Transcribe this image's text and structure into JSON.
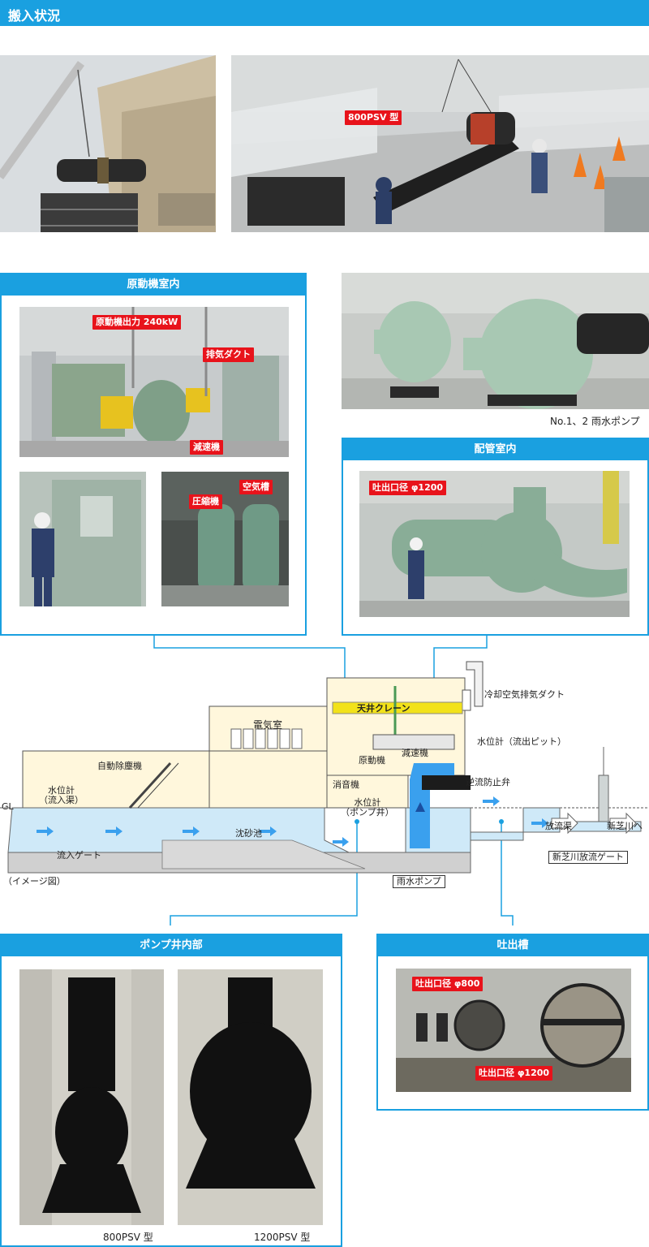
{
  "header": {
    "title": "搬入状況"
  },
  "photos_top": {
    "callout_pump": "800PSV 型"
  },
  "engine_room": {
    "title": "原動機室内",
    "callouts": {
      "output": "原動機出力 240kW",
      "exhaust": "排気ダクト",
      "reducer": "減速機",
      "compressor": "圧縮機",
      "air_tank": "空気槽"
    }
  },
  "rain_pump": {
    "caption": "No.1、2 雨水ポンプ"
  },
  "piping_room": {
    "title": "配管室内",
    "callout": "吐出口径 φ1200"
  },
  "diagram": {
    "labels": {
      "exhaust_duct": "冷却空気排気ダクト",
      "crane": "天井クレーン",
      "electric_room": "電気室",
      "water_level_outflow": "水位計（流出ピット）",
      "motor": "原動機",
      "reducer": "減速機",
      "auto_screen": "自動除塵機",
      "muffler": "消音機",
      "check_valve": "逆流防止弁",
      "water_level_inflow": "水位計\n（流入渠）",
      "water_level_pump": "水位計\n（ポンプ井）",
      "gl": "GL",
      "discharge_channel": "放流渠",
      "to_river": "新芝川へ",
      "grit_chamber": "沈砂池",
      "inflow_gate": "流入ゲート",
      "river_gate": "新芝川放流ゲート",
      "rain_pump": "雨水ポンプ",
      "image_note": "（イメージ図）"
    }
  },
  "pump_well": {
    "title": "ポンプ井内部",
    "captions": [
      "800PSV 型",
      "1200PSV 型"
    ]
  },
  "discharge_tank": {
    "title": "吐出槽",
    "callouts": [
      "吐出口径 φ800",
      "吐出口径 φ1200"
    ]
  },
  "colors": {
    "accent": "#1aa0e0",
    "callout": "#e8131b",
    "water": "#cfe9f8",
    "crane": "#f2e21a"
  }
}
